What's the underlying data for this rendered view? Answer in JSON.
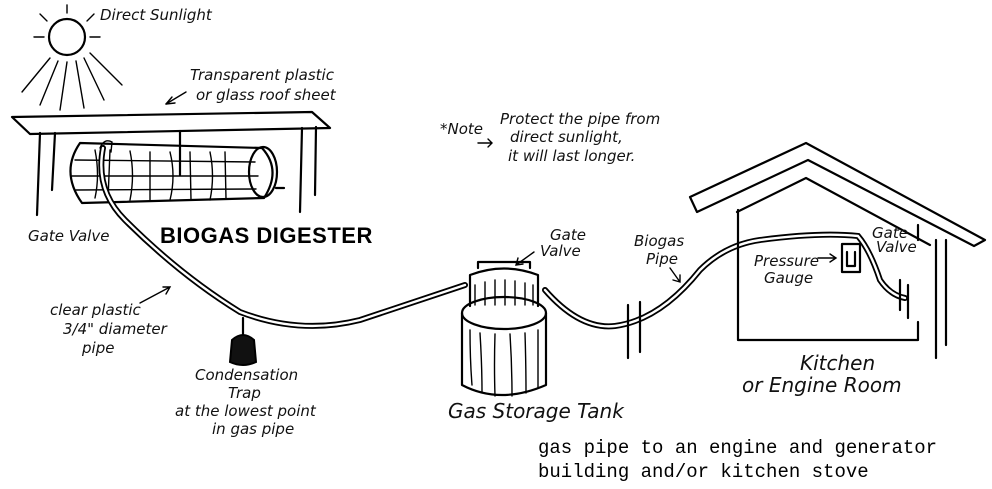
{
  "labels": {
    "sunlight": "Direct Sunlight",
    "roof_line1": "Transparent plastic",
    "roof_line2": "or glass roof sheet",
    "note_tag": "*Note",
    "note_line1": "Protect the pipe from",
    "note_line2": "direct sunlight,",
    "note_line3": "it will last longer.",
    "gate_valve_left": "Gate Valve",
    "digester": "BIOGAS DIGESTER",
    "gate_valve_tank_line1": "Gate",
    "gate_valve_tank_line2": "Valve",
    "biogas_pipe_line1": "Biogas",
    "biogas_pipe_line2": "Pipe",
    "gate_valve_house_line1": "Gate",
    "gate_valve_house_line2": "Valve",
    "pressure_line1": "Pressure",
    "pressure_line2": "Gauge",
    "clear_pipe_line1": "clear plastic",
    "clear_pipe_line2": "3/4\" diameter",
    "clear_pipe_line3": "pipe",
    "trap_line1": "Condensation",
    "trap_line2": "Trap",
    "trap_line3": "at the lowest point",
    "trap_line4": "in gas pipe",
    "storage_tank": "Gas Storage Tank",
    "kitchen_line1": "Kitchen",
    "kitchen_line2": "or Engine Room",
    "caption_line1": "gas pipe to an engine and generator",
    "caption_line2": "building and/or kitchen stove"
  }
}
